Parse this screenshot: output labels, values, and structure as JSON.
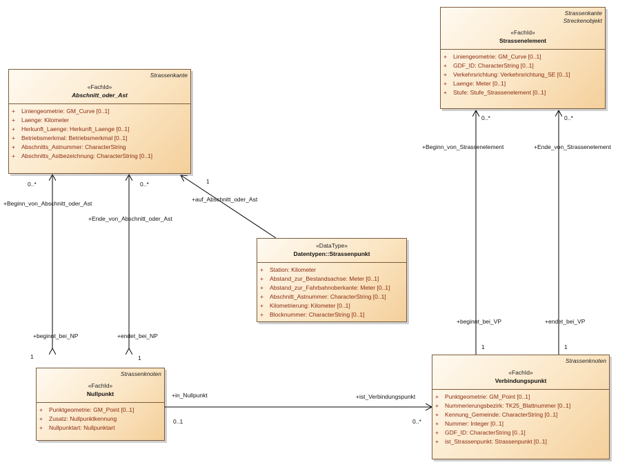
{
  "classes": {
    "abschnitt": {
      "package": "Strassenkante",
      "stereotype": "«FachId»",
      "name": "Abschnitt_oder_Ast",
      "attributes": [
        "Liniengeometrie: GM_Curve [0..1]",
        "Laenge: Kilometer",
        "Herkunft_Laenge: Herkunft_Laenge [0..1]",
        "Betriebsmerkmal: Betriebsmerkmal [0..1]",
        "Abschnitts_Astnummer: CharacterString",
        "Abschnitts_Astbezeichnung: CharacterString [0..1]"
      ]
    },
    "strassenelement": {
      "package": "Strassenkante",
      "package2": "Streckenobjekt",
      "stereotype": "«FachId»",
      "name": "Strassenelement",
      "attributes": [
        "Liniengeometrie: GM_Curve [0..1]",
        "GDF_ID: CharacterString [0..1]",
        "Verkehrsrichtung: Verkehrsrichtung_SE [0..1]",
        "Laenge: Meter [0..1]",
        "Stufe: Stufe_Strassenelement [0..1]"
      ]
    },
    "strassenpunkt": {
      "stereotype": "«DataType»",
      "name": "Datentypen::Strassenpunkt",
      "attributes": [
        "Station: Kilometer",
        "Abstand_zur_Bestandsachse: Meter [0..1]",
        "Abstand_zur_Fahrbahnoberkante: Meter [0..1]",
        "Abschnitt_Astnummer: CharacterString [0..1]",
        "Kilometrierung: Kilometer [0..1]",
        "Blocknummer: CharacterString [0..1]"
      ]
    },
    "nullpunkt": {
      "package": "Strassenknoten",
      "stereotype": "«FachId»",
      "name": "Nullpunkt",
      "attributes": [
        "Punktgeometrie: GM_Point [0..1]",
        "Zusatz: Nullpunktkennung",
        "Nullpunktart: Nullpunktart"
      ]
    },
    "verbindungspunkt": {
      "package": "Strassenknoten",
      "stereotype": "«FachId»",
      "name": "Verbindungspunkt",
      "attributes": [
        "Punktgeometrie: GM_Point [0..1]",
        "Nummerierungsbezirk: TK25_Blattnummer [0..1]",
        "Kennung_Gemeinde: CharacterString [0..1]",
        "Nummer: Integer [0..1]",
        "GDF_ID: CharacterString [0..1]",
        "ist_Strassenpunkt: Strassenpunkt [0..1]"
      ]
    }
  },
  "visibility_symbol": "+",
  "labels": {
    "beginn_abschnitt_mult": "0..*",
    "beginn_abschnitt_role": "+Beginn_von_Abschnitt_oder_Ast",
    "ende_abschnitt_mult": "0..*",
    "ende_abschnitt_role": "+Ende_von_Abschnitt_oder_Ast",
    "auf_mult": "1",
    "auf_role": "+auf_Abschnitt_oder_Ast",
    "beginnt_np_role": "+beginnt_bei_NP",
    "beginnt_np_mult": "1",
    "endet_np_role": "+endet_bei_NP",
    "endet_np_mult": "1",
    "beginn_se_mult": "0..*",
    "beginn_se_role": "+Beginn_von_Strassenelement",
    "ende_se_mult": "0..*",
    "ende_se_role": "+Ende_von_Strassenelement",
    "beginnt_vp_role": "+beginnt_bei_VP",
    "beginnt_vp_mult": "1",
    "endet_vp_role": "+endet_bei_VP",
    "endet_vp_mult": "1",
    "in_nullpunkt_role": "+in_Nullpunkt",
    "in_nullpunkt_mult": "0..1",
    "ist_vp_role": "+ist_Verbindungspunkt",
    "ist_vp_mult": "0..*"
  },
  "colors": {
    "box_border": "#7a5a3a",
    "attribute_text": "#8a2b10",
    "line": "#000000"
  }
}
